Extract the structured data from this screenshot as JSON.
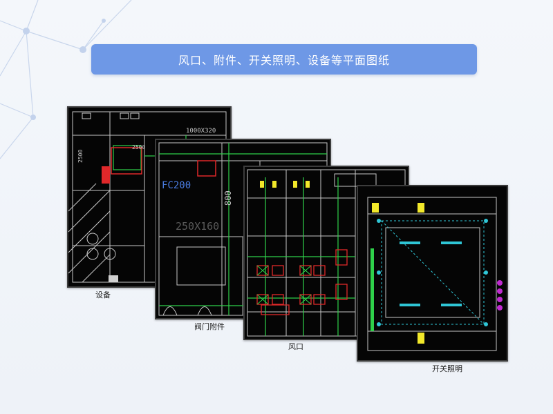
{
  "banner": {
    "title": "风口、附件、开关照明、设备等平面图纸"
  },
  "drawings": [
    {
      "label": "设备",
      "dims": [
        "1000X320",
        "2500",
        "2500"
      ]
    },
    {
      "label": "阀门附件",
      "dims": [
        "FC200",
        "250X160",
        "800"
      ]
    },
    {
      "label": "风口",
      "dims": []
    },
    {
      "label": "开关照明",
      "dims": []
    }
  ],
  "colors": {
    "banner": "#6e98e6",
    "cad_background": "#050505",
    "cad_line": "#c8c8c8",
    "cad_green": "#2fd14a",
    "cad_red": "#e0282a",
    "cad_yellow": "#f2e82a",
    "cad_cyan": "#2fc6d6",
    "cad_magenta": "#c02ad0"
  }
}
